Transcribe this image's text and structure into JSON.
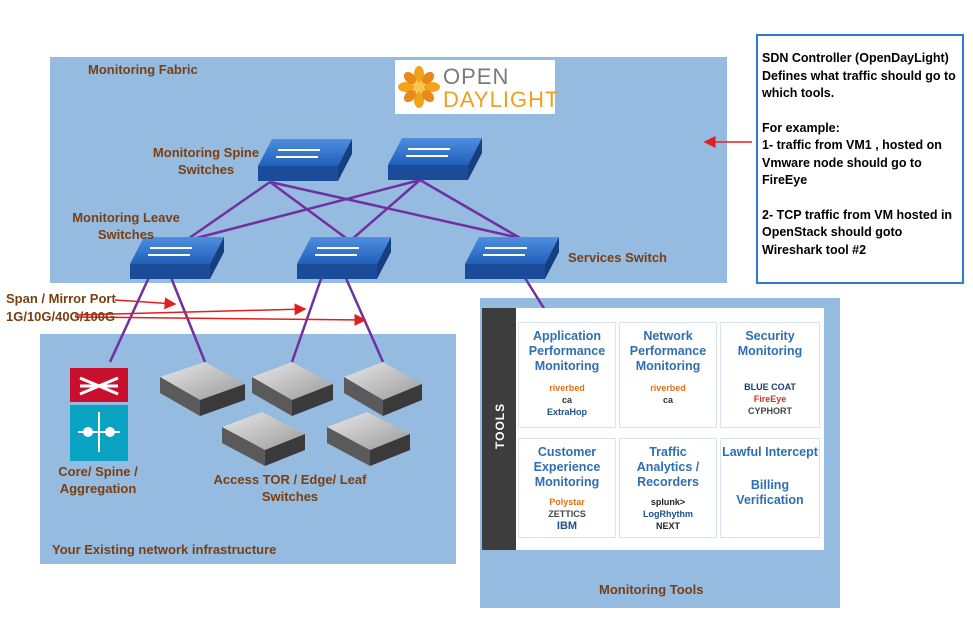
{
  "fabric": {
    "title": "Monitoring Fabric"
  },
  "logo": {
    "line1": "OPEN",
    "line2": "DAYLIGHT"
  },
  "labels": {
    "spine": "Monitoring Spine Switches",
    "leave": "Monitoring Leave Switches",
    "services": "Services Switch",
    "span1": "Span / Mirror Port",
    "span2": "1G/10G/40G/100G",
    "core": "Core/ Spine / Aggregation",
    "access": "Access TOR / Edge/ Leaf Switches",
    "infra": "Your Existing network infrastructure",
    "monitoring_tools": "Monitoring Tools"
  },
  "callout": {
    "lines": [
      "SDN Controller (OpenDayLight) Defines what traffic should go to which tools.",
      "For example:",
      "1-  traffic from VM1 , hosted on Vmware node should go to FireEye",
      "2- TCP traffic from VM hosted in OpenStack should goto Wireshark tool #2"
    ]
  },
  "tools": {
    "tab": "TOOLS",
    "cells": [
      {
        "title": "Application Performance Monitoring",
        "vendors": [
          "riverbed",
          "ca",
          "ExtraHop"
        ]
      },
      {
        "title": "Network Performance Monitoring",
        "vendors": [
          "riverbed",
          "ca"
        ]
      },
      {
        "title": "Security Monitoring",
        "vendors": [
          "BLUE COAT",
          "FireEye",
          "CYPHORT"
        ]
      },
      {
        "title": "Customer Experience Monitoring",
        "vendors": [
          "Polystar",
          "ZETTICS",
          "IBM"
        ]
      },
      {
        "title": "Traffic Analytics / Recorders",
        "vendors": [
          "splunk>",
          "LogRhythm",
          "NEXT"
        ]
      },
      {
        "title": "Lawful Intercept",
        "vendors": []
      }
    ],
    "billing": "Billing Verification"
  },
  "colors": {
    "panel": "#95bbe0",
    "label": "#7a3e12",
    "link": "#7030a0",
    "arrow": "#e02020",
    "tool_title": "#2f6fb0"
  }
}
